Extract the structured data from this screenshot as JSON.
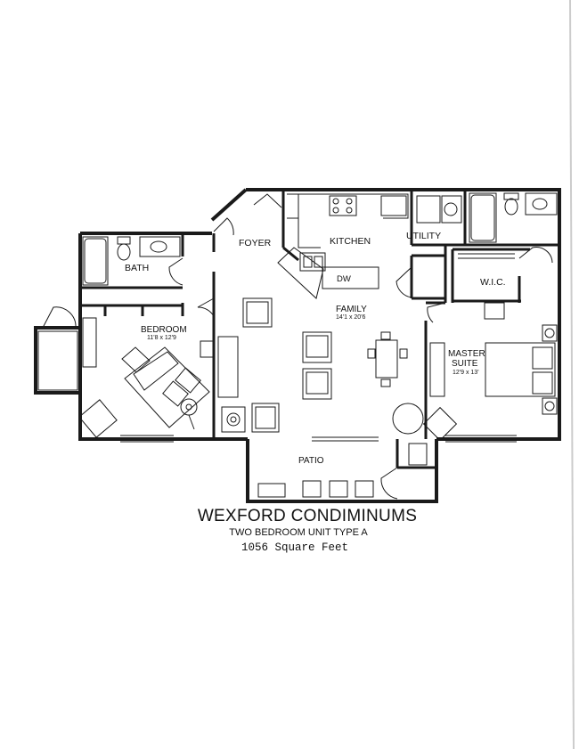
{
  "plan": {
    "rooms": {
      "foyer": "FOYER",
      "kitchen": "KITCHEN",
      "utility": "UTILITY",
      "bath": "BATH",
      "wic": "W.I.C.",
      "bedroom": "BEDROOM",
      "bedroom_size": "11'8 x 12'9",
      "family": "FAMILY",
      "family_size": "14'1 x 20'6",
      "master_line1": "MASTER",
      "master_line2": "SUITE",
      "master_size": "12'9 x 13'",
      "patio": "PATIO",
      "dw": "DW"
    }
  },
  "title": {
    "name": "WEXFORD CONDIMINUMS",
    "unit": "TWO BEDROOM UNIT  TYPE A",
    "area": "1056 Square Feet"
  }
}
